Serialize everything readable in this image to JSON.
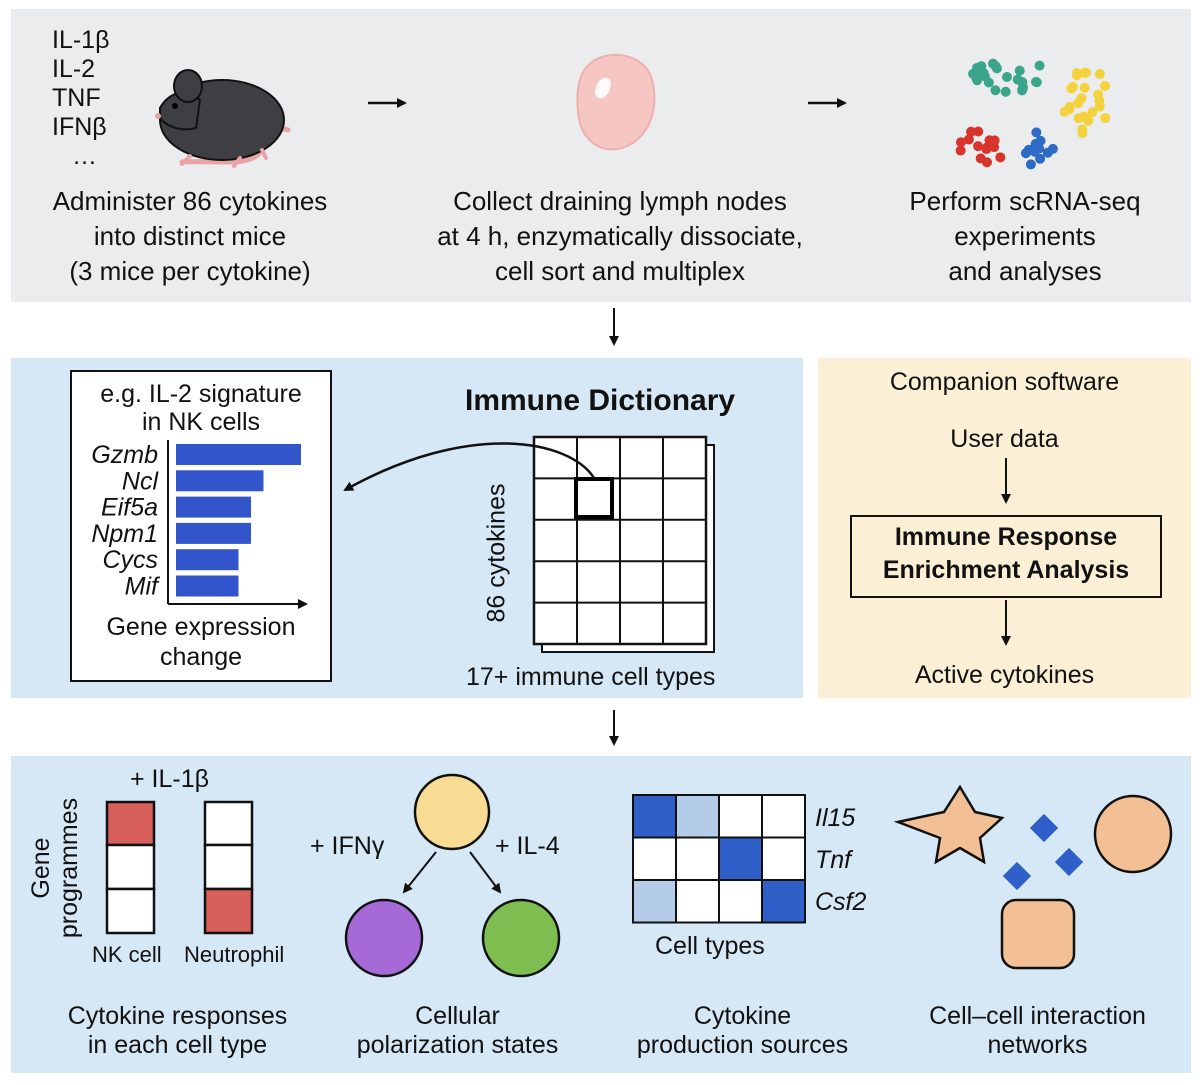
{
  "step1": {
    "cytokines": [
      "IL-1β",
      "IL-2",
      "TNF",
      "IFNβ",
      "…"
    ],
    "caption": [
      "Administer 86 cytokines",
      "into distinct mice",
      "(3 mice per cytokine)"
    ]
  },
  "step2": {
    "caption": [
      "Collect draining lymph nodes",
      "at 4 h, enzymatically dissociate,",
      "cell sort and multiplex"
    ]
  },
  "step3": {
    "caption": [
      "Perform scRNA-seq",
      "experiments",
      "and analyses"
    ]
  },
  "dictionary": {
    "title": "Immune Dictionary",
    "y_label": "86 cytokines",
    "x_label": "17+ immune cell types",
    "example": {
      "title": [
        "e.g. IL-2 signature",
        "in NK cells"
      ],
      "axis_label": [
        "Gene expression",
        "change"
      ]
    }
  },
  "companion": {
    "title": "Companion software",
    "input": "User data",
    "box": [
      "Immune Response",
      "Enrichment Analysis"
    ],
    "output": "Active cytokines"
  },
  "applications": {
    "responses": {
      "treatment": "+ IL-1β",
      "y_label": [
        "Gene",
        "programmes"
      ],
      "cells": [
        "NK cell",
        "Neutrophil"
      ],
      "caption": [
        "Cytokine responses",
        "in each cell type"
      ]
    },
    "polarization": {
      "left": "+ IFNγ",
      "right": "+ IL-4",
      "caption": [
        "Cellular",
        "polarization states"
      ]
    },
    "production": {
      "genes": [
        "Il15",
        "Tnf",
        "Csf2"
      ],
      "x_label": "Cell types",
      "caption": [
        "Cytokine",
        "production sources"
      ]
    },
    "interaction": {
      "caption": [
        "Cell–cell interaction",
        "networks"
      ]
    }
  },
  "chart_data": {
    "type": "bar",
    "categories": [
      "Gzmb",
      "Ncl",
      "Eif5a",
      "Npm1",
      "Cycs",
      "Mif"
    ],
    "values": [
      1.0,
      0.7,
      0.6,
      0.6,
      0.5,
      0.5
    ],
    "title": "e.g. IL-2 signature in NK cells",
    "xlabel": "Gene expression change",
    "ylabel": "",
    "xlim": [
      0,
      1.1
    ],
    "color": "#3355cc"
  },
  "colors": {
    "top_bg": "#ebecee",
    "dict_bg": "#d6e8f5",
    "companion_bg": "#fbf0d6",
    "bottom_bg": "#d6e8f5",
    "bar_blue": "#3355cc",
    "red": "#d95f5a",
    "light_blue": "#b5cce8",
    "yellow_cell": "#f9dc94",
    "purple_cell": "#a56ad6",
    "green_cell": "#7ebd4f",
    "tan": "#f3c096"
  }
}
